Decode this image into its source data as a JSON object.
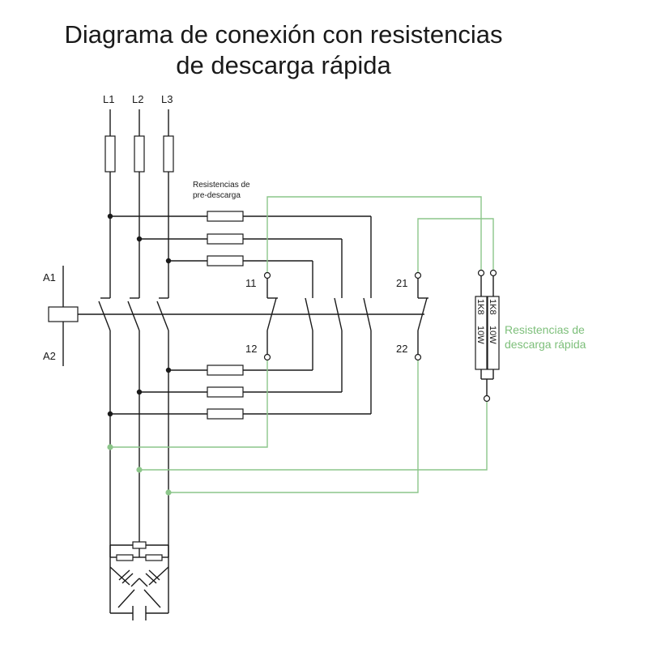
{
  "title": {
    "line1": "Diagrama de conexión con resistencias",
    "line2": "de descarga rápida"
  },
  "phases": [
    "L1",
    "L2",
    "L3"
  ],
  "coil": {
    "top": "A1",
    "bottom": "A2"
  },
  "predischarge_label": {
    "line1": "Resistencias de",
    "line2": "pre-descarga"
  },
  "contacts": {
    "nc_top": "11",
    "nc_bottom": "12",
    "no_top": "21",
    "no_bottom": "22"
  },
  "fast_resistors": {
    "value": "1K8",
    "power": "10W"
  },
  "fast_label": {
    "line1": "Resistencias de",
    "line2": "descarga rápida"
  },
  "colors": {
    "line": "#1a1a1a",
    "fast_discharge": "#8cc68a"
  }
}
